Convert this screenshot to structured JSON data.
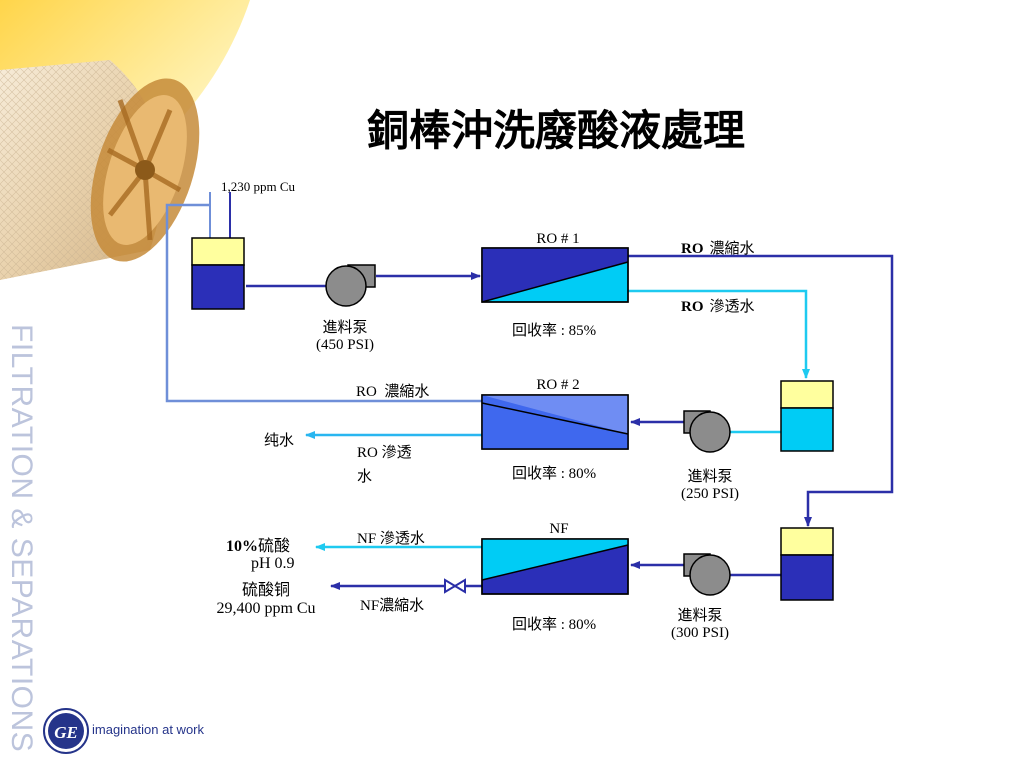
{
  "slide": {
    "title": "銅棒沖洗廢酸液處理",
    "side_text": "FILTRATION & SEPARATIONS",
    "brand_tagline": "imagination at work",
    "logo_letters": "GE"
  },
  "diagram": {
    "feed_concentration": "1,230 ppm Cu",
    "ro1": {
      "label": "RO # 1",
      "recovery": "回收率 : 85%",
      "concentrate_bold": "RO",
      "concentrate_text": "濃縮水",
      "permeate_bold": "RO",
      "permeate_text": "滲透水"
    },
    "pump1": {
      "label": "進料泵",
      "pressure": "(450 PSI)"
    },
    "ro2": {
      "label": "RO # 2",
      "recovery": "回收率 : 80%",
      "concentrate": "RO  濃縮水",
      "permeate_line1": "RO 滲透",
      "permeate_line2": "水",
      "pure_water": "纯水"
    },
    "pump2": {
      "label": "進料泵",
      "pressure": "(250 PSI)"
    },
    "nf": {
      "label": "NF",
      "recovery": "回收率 : 80%",
      "permeate": "NF 滲透水",
      "concentrate": "NF濃縮水",
      "acid_bold": "10%",
      "acid_text": "硫酸",
      "acid_ph": "pH 0.9",
      "product_name": "硫酸铜",
      "product_conc": "29,400 ppm Cu"
    },
    "pump3": {
      "label": "進料泵",
      "pressure": "(300 PSI)"
    },
    "colors": {
      "dark_blue": "#2b2fb8",
      "cyan": "#00ccf5",
      "light_blue": "#6f8df3",
      "pale_yellow": "#ffff9e",
      "pump_gray": "#8c8c8c",
      "line_navy": "#2b2fa8",
      "line_cyan": "#1ecaf0",
      "line_slate": "#6f8fd8",
      "line_sky": "#29b6f0",
      "title_color": "#000000"
    }
  }
}
